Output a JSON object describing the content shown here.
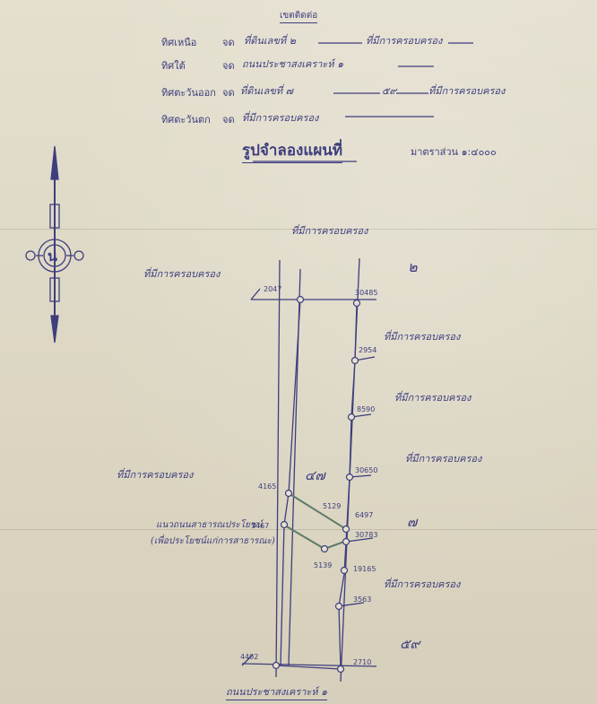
{
  "header": {
    "title": "เขตติดต่อ",
    "north_label": "ทิศเหนือ",
    "north_to": "จด",
    "north_value": "ที่ดินเลขที่ ๒",
    "north_value2": "ที่มีการครอบครอง",
    "south_label": "ทิศใต้",
    "south_to": "จด",
    "south_value": "ถนนประชาสงเคราะห์ ๑",
    "east_label": "ทิศตะวันออก",
    "east_to": "จด",
    "east_value": "ที่ดินเลขที่ ๗",
    "east_value_b": "๕๙",
    "east_value2": "ที่มีการครอบครอง",
    "west_label": "ทิศตะวันตก",
    "west_to": "จด",
    "west_value": "ที่มีการครอบครอง"
  },
  "map_title": "รูปจำลองแผนที่",
  "scale": "มาตราส่วน ๑:๔๐๐๐",
  "compass": {
    "letter": "น"
  },
  "labels": {
    "top_occupied": "ที่มีการครอบครอง",
    "left_occupied": "ที่มีการครอบครอง",
    "right_occ_1": "ที่มีการครอบครอง",
    "right_occ_2": "ที่มีการครอบครอง",
    "right_occ_3": "ที่มีการครอบครอง",
    "left_occ_2": "ที่มีการครอบครอง",
    "right_occ_4": "ที่มีการครอบครอง",
    "parcel_2": "๒",
    "parcel_47": "๔๗",
    "parcel_7": "๗",
    "parcel_59": "๕๙",
    "canal_note_1": "แนวถนนสาธารณประโยชน์",
    "canal_note_2": "(เพื่อประโยชน์แก่การสาธารณะ)",
    "road_bottom": "ถนนประชาสงเคราะห์ ๑"
  },
  "points": {
    "p2047": "2047",
    "p30485": "30485",
    "p2954": "2954",
    "p8590": "8590",
    "p30650": "30650",
    "p4165": "4165",
    "p5129": "5129",
    "p6497": "6497",
    "p30783": "30783",
    "p3467": "3467",
    "p5139": "5139",
    "p19165": "19165",
    "p3563": "3563",
    "p4402": "4402",
    "p2710": "2710"
  }
}
